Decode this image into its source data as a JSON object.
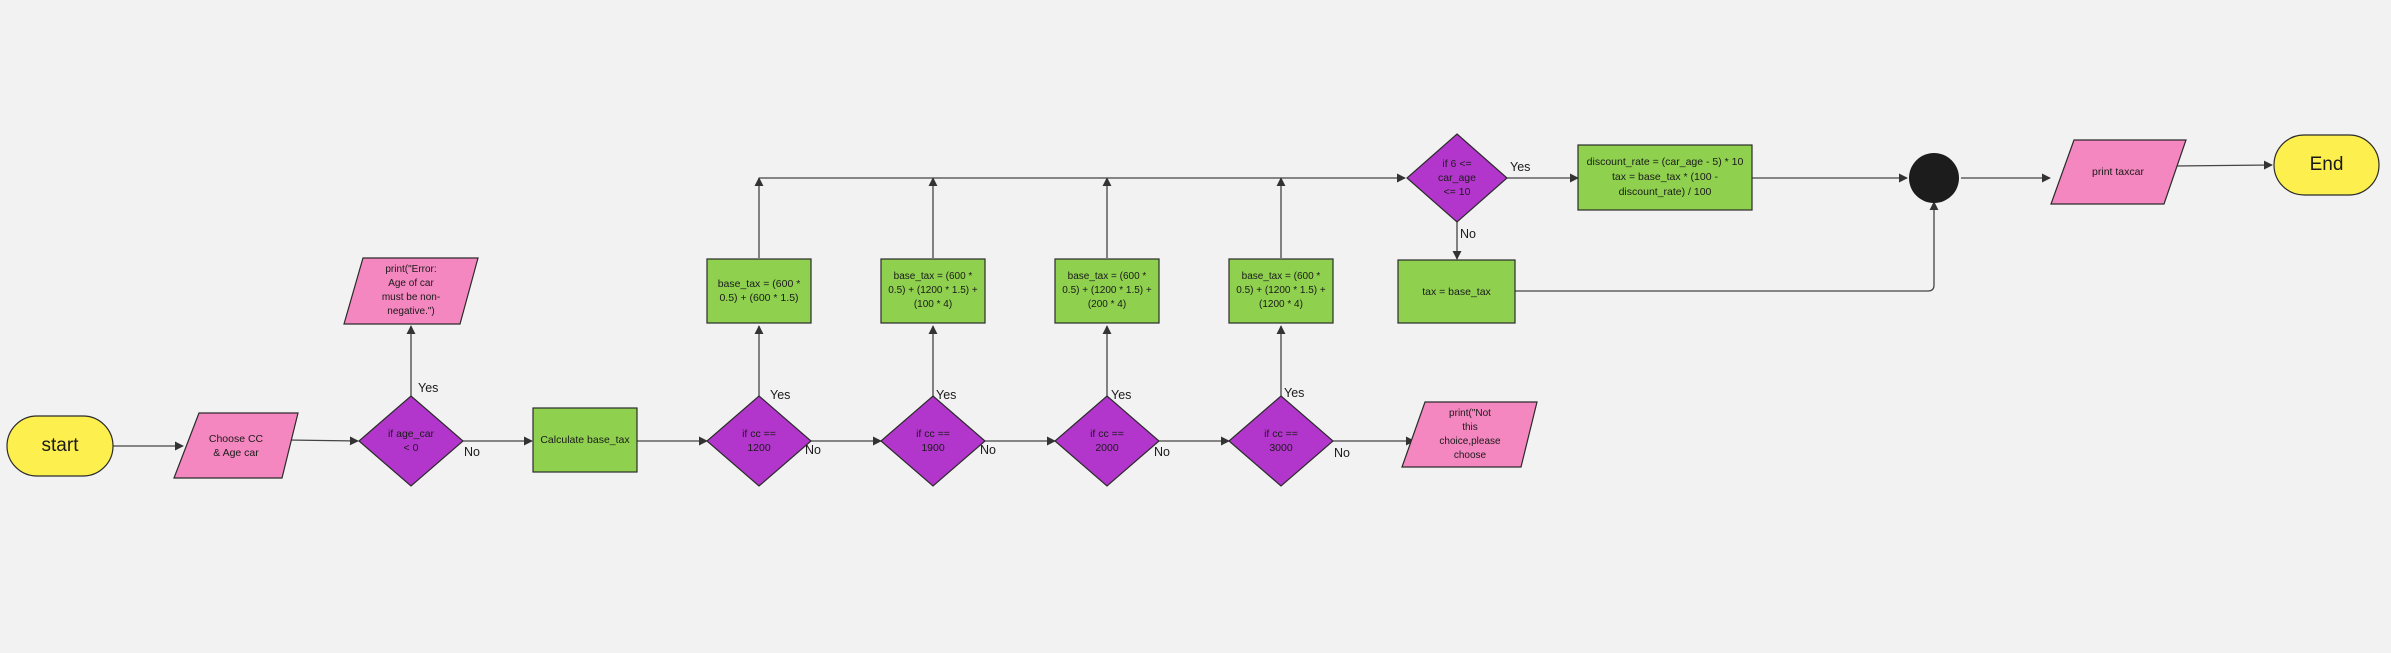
{
  "colors": {
    "background": "#f2f2f2",
    "terminal": "#fdf04e",
    "io": "#f487bf",
    "process": "#8fd14f",
    "decision": "#b336cc",
    "junction": "#1c1c1c",
    "stroke": "#2b2b2b",
    "line": "#444444"
  },
  "nodes": {
    "start": "start",
    "input": "Choose CC\n& Age car",
    "check_age": "if age_car\n< 0",
    "error_print": "print(\"Error:\nAge of car\nmust be non-\nnegative.\")",
    "calc": "Calculate base_tax",
    "cc1200": "if cc ==\n1200",
    "cc1900": "if cc ==\n1900",
    "cc2000": "if cc ==\n2000",
    "cc3000": "if cc ==\n3000",
    "tax1200": "base_tax = (600 *\n0.5) + (600 * 1.5)",
    "tax1900": "base_tax = (600 *\n0.5) + (1200 * 1.5) +\n(100 * 4)",
    "tax2000": "base_tax = (600 *\n0.5) + (1200 * 1.5) +\n(200 * 4)",
    "tax3000": "base_tax = (600 *\n0.5) + (1200 * 1.5) +\n(1200 * 4)",
    "not_choice": "print(\"Not\nthis\nchoice,please\nchoose",
    "age_check": "if 6 <=\ncar_age\n<= 10",
    "discount": "discount_rate = (car_age - 5) * 10\ntax = base_tax * (100 -\ndiscount_rate) / 100",
    "no_discount": "tax = base_tax",
    "print_tax": "print taxcar",
    "end": "End"
  },
  "labels": {
    "yes": "Yes",
    "no": "No"
  }
}
